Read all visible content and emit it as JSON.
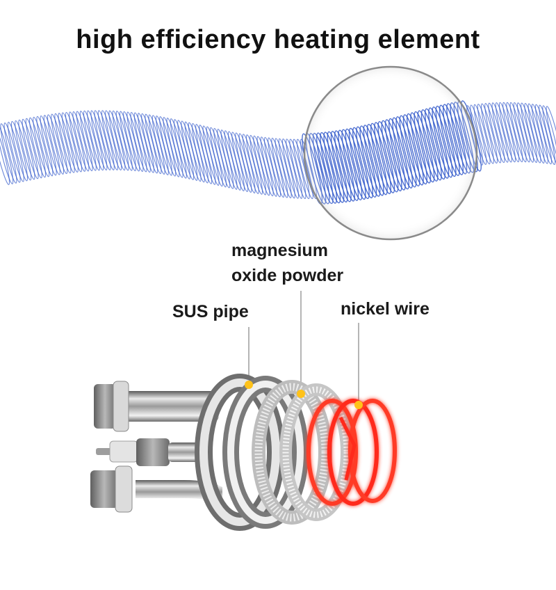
{
  "title": "high efficiency heating element",
  "labels": {
    "magnesium_line1": "magnesium",
    "magnesium_line2": "oxide powder",
    "sus_pipe": "SUS pipe",
    "nickel_wire": "nickel wire"
  },
  "colors": {
    "coil_spring": "#3a5fcc",
    "nickel_wire": "#ff2a1a",
    "marker_dot": "#ffc21a",
    "steel": "#9a9a9a",
    "powder_ring": "#d8d8d8"
  },
  "icons": [
    "coiled-spring-icon",
    "magnifier-circle-icon",
    "heating-element-icon"
  ]
}
